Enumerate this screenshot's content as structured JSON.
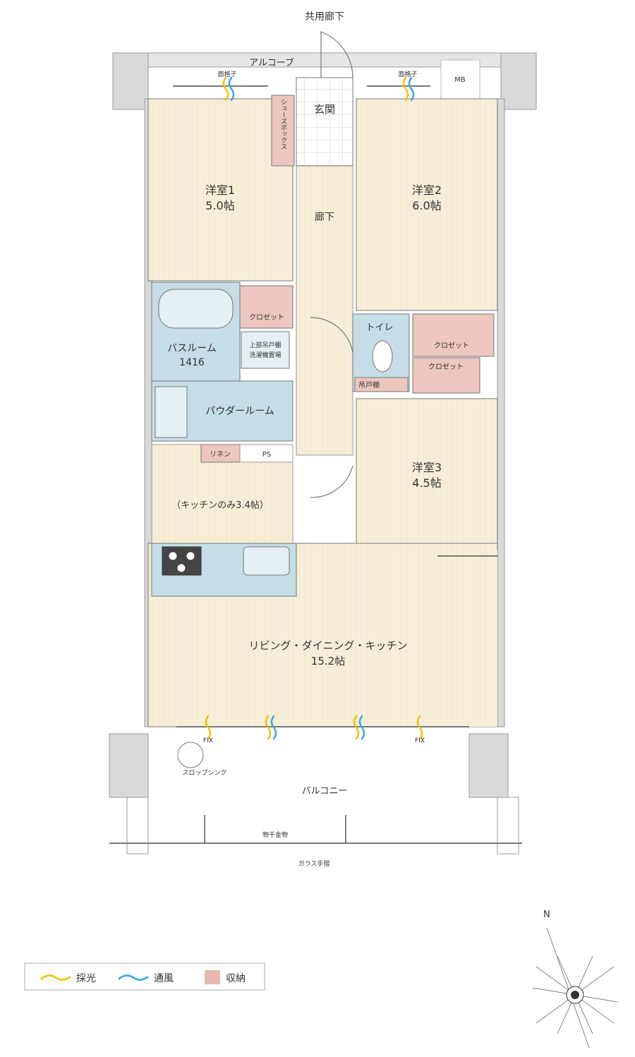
{
  "labels": {
    "common_corridor": "共用廊下",
    "alcove": "アルコーブ",
    "window_grille_left": "面格子",
    "window_grille_right": "面格子",
    "mb": "MB",
    "entrance": "玄関",
    "shoe_box": "シューズボックス",
    "corridor": "廊下",
    "western1_name": "洋室1",
    "western1_size": "5.0帖",
    "western2_name": "洋室2",
    "western2_size": "6.0帖",
    "western3_name": "洋室3",
    "western3_size": "4.5帖",
    "closet_bath": "クロゼット",
    "closet_a": "クロゼット",
    "closet_b": "クロゼット",
    "toilet": "トイレ",
    "hanging_shelf": "吊戸棚",
    "bathroom_name": "バスルーム",
    "bathroom_size": "1416",
    "washer_line1": "上部吊戸棚",
    "washer_line2": "洗濯機置場",
    "powder_room": "パウダールーム",
    "linen": "リネン",
    "ps": "PS",
    "kitchen_only": "（キッチンのみ3.4帖）",
    "ldk_name": "リビング・ダイニング・キッチン",
    "ldk_size": "15.2帖",
    "fix_left": "FIX",
    "fix_right": "FIX",
    "slop_sink": "スロップシンク",
    "balcony": "バルコニー",
    "drying_hardware": "物干金物",
    "glass_railing": "ガラス手摺",
    "north": "N"
  },
  "legend": [
    {
      "label": "採光",
      "color": "#f2c200",
      "kind": "wave"
    },
    {
      "label": "通風",
      "color": "#3aa7e0",
      "kind": "wave"
    },
    {
      "label": "収納",
      "color": "#e8b8b0",
      "kind": "swatch"
    }
  ],
  "colors": {
    "wall": "#d9d9d9",
    "wall_dark": "#9a9a9a",
    "floor_wood": "#f5ecd5",
    "wet_area": "#c5dde6",
    "storage": "#ecc6bf",
    "light": "#f2c200",
    "wind": "#3aa7e0"
  }
}
